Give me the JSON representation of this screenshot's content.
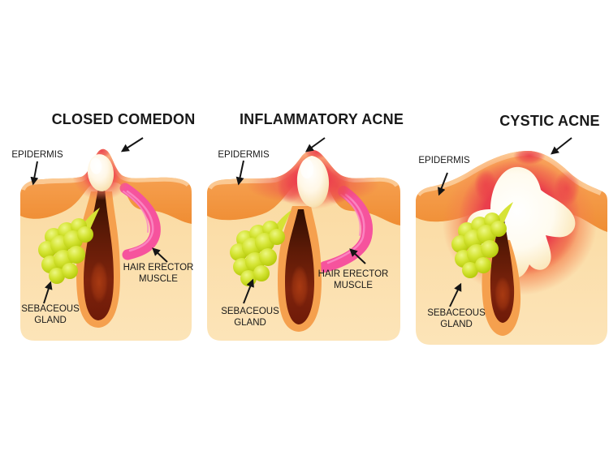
{
  "panels": [
    {
      "id": "closed-comedon",
      "title": "CLOSED COMEDON",
      "labels": {
        "epidermis": "EPIDERMIS",
        "sebaceous_gland": "SEBACEOUS GLAND",
        "hair_erector_muscle": "HAIR ERECTOR MUSCLE"
      }
    },
    {
      "id": "inflammatory-acne",
      "title": "INFLAMMATORY ACNE",
      "labels": {
        "epidermis": "EPIDERMIS",
        "sebaceous_gland": "SEBACEOUS GLAND",
        "hair_erector_muscle": "HAIR ERECTOR MUSCLE"
      }
    },
    {
      "id": "cystic-acne",
      "title": "CYSTIC ACNE",
      "labels": {
        "epidermis": "EPIDERMIS",
        "sebaceous_gland": "SEBACEOUS GLAND"
      }
    }
  ],
  "colors": {
    "background": "#FFFFFF",
    "text": "#191919",
    "epidermis_orange": "#F29138",
    "epidermis_highlight": "#FCCD9A",
    "dermis_peach": "#FADA9F",
    "inflammation_red": "#EE4150",
    "follicle_sheath_orange": "#F5A04E",
    "follicle_dark_brown": "#7E230C",
    "hair_shaft_brown": "#2E0E02",
    "sebaceous_gland_green": "#C6D516",
    "muscle_pink": "#F6539D",
    "muscle_pink_light": "#FB8AC4",
    "comedon_cream": "#FFF7E6"
  }
}
